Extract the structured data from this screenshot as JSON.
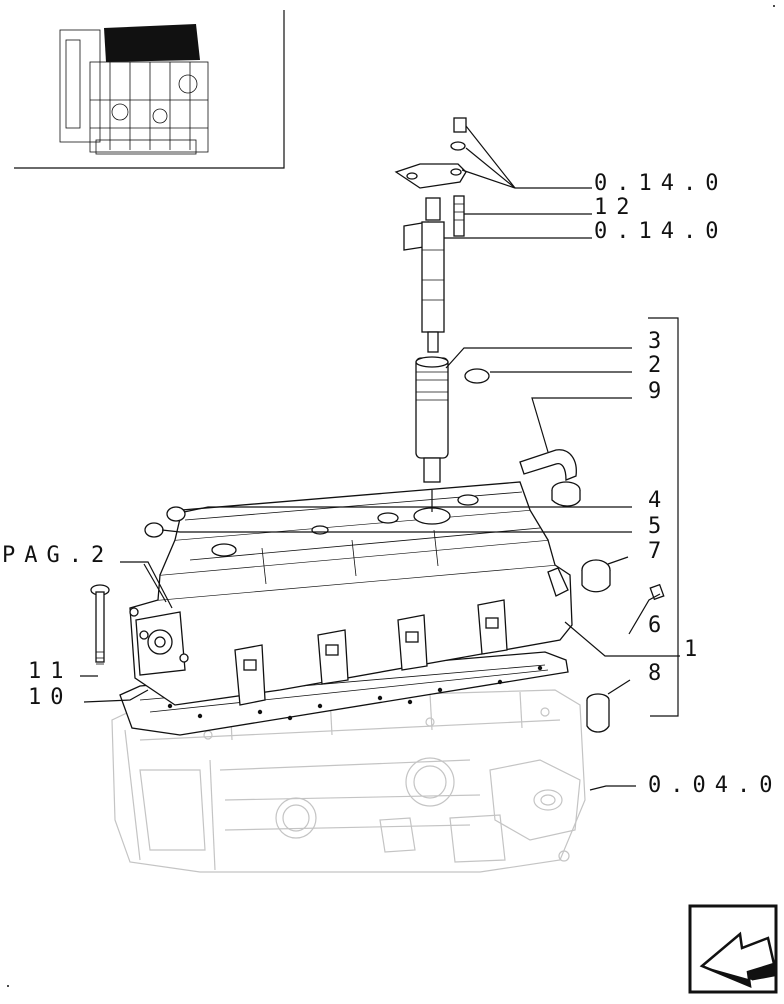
{
  "labels": {
    "ref_top_1": "0.14.0",
    "num_12": "12",
    "ref_top_2": "0.14.0",
    "num_3": "3",
    "num_2": "2",
    "num_9": "9",
    "num_4": "4",
    "num_5": "5",
    "ref_pag": "PAG.2",
    "num_7": "7",
    "num_6": "6",
    "num_1": "1",
    "num_11": "11",
    "num_10": "10",
    "num_8": "8",
    "ref_bottom": "0.04.0"
  },
  "icons": {
    "thumbnail": "engine-thumbnail-icon",
    "navigation": "next-page-arrow-icon"
  }
}
